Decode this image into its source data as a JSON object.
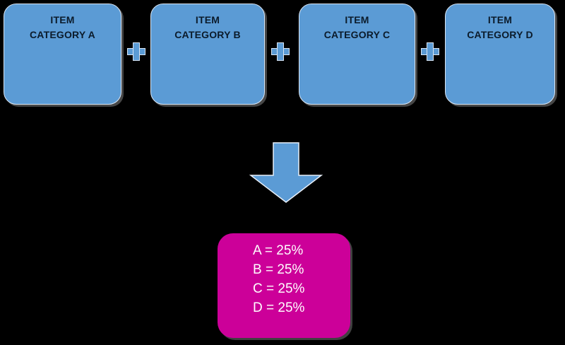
{
  "diagram": {
    "background_color": "#000000",
    "categories": [
      {
        "line1": "ITEM",
        "line2": "CATEGORY A"
      },
      {
        "line1": "ITEM",
        "line2": "CATEGORY B"
      },
      {
        "line1": "ITEM",
        "line2": "CATEGORY C"
      },
      {
        "line1": "ITEM",
        "line2": "CATEGORY D"
      }
    ],
    "operators": [
      "+",
      "+",
      "+"
    ],
    "flow_arrow": {
      "icon": "down-arrow-icon",
      "color": "#5B9BD5"
    },
    "result": {
      "color": "#CC0099",
      "text_color": "#FFFFFF",
      "lines": [
        "A = 25%",
        "B = 25%",
        "C = 25%",
        "D = 25%"
      ]
    },
    "box_color": "#5B9BD5",
    "box_text_color": "#0B1B2B"
  }
}
